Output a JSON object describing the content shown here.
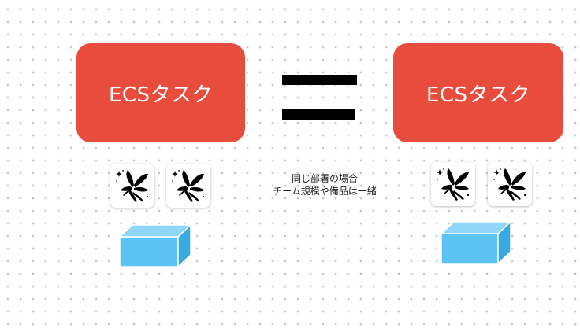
{
  "left_task": {
    "label": "ECSタスク"
  },
  "right_task": {
    "label": "ECSタスク"
  },
  "equals_symbol": "=",
  "note": {
    "line1": "同じ部署の場合",
    "line2": "チーム規模や備品は一緒"
  },
  "icons": {
    "left": [
      "fairy-icon",
      "fairy-icon",
      "cube-icon"
    ],
    "right": [
      "fairy-icon",
      "fairy-icon",
      "cube-icon"
    ]
  },
  "colors": {
    "task_box": "#e84c3d",
    "task_text": "#ffffff",
    "cube_front": "#5bc4f5",
    "cube_top": "#8fd6f8",
    "cube_side": "#3aa8e3",
    "equals": "#000000"
  }
}
